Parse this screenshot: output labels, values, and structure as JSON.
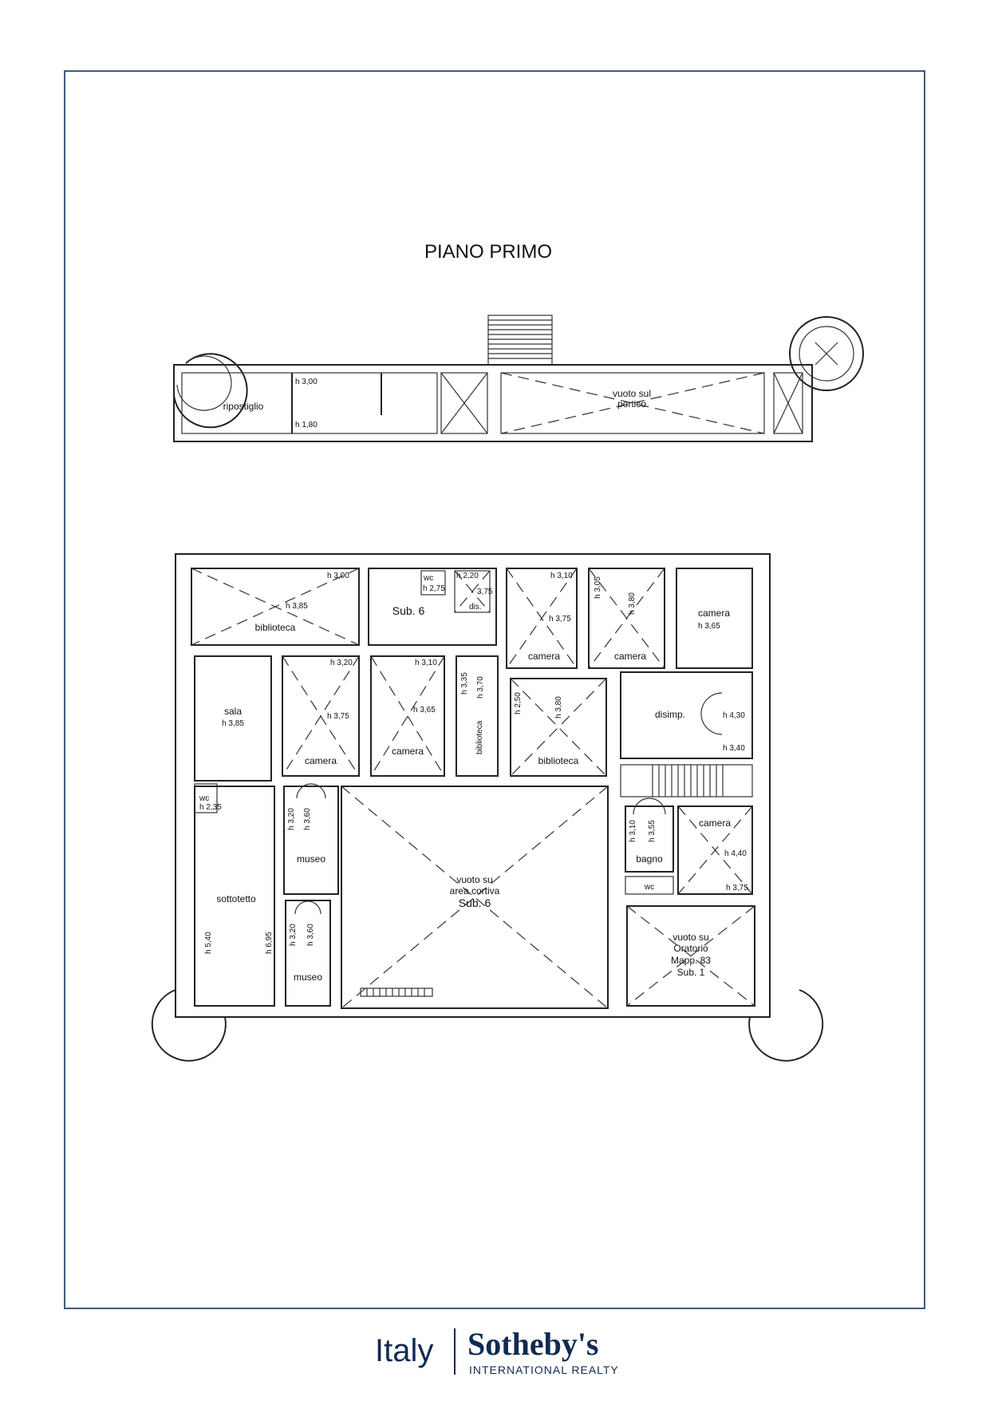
{
  "plan": {
    "title": "PIANO PRIMO",
    "upper": {
      "ripostiglio": "ripostiglio",
      "h300": "h 3,00",
      "h180": "h 1,80",
      "vuoto_portico_1": "vuoto sul",
      "vuoto_portico_2": "portico"
    },
    "main": {
      "biblioteca_top": "biblioteca",
      "h300": "h 3,00",
      "h385": "h 3,85",
      "wc": "wc",
      "h275": "h 2,75",
      "h220": "h 2,20",
      "h375a": "3,75",
      "dis": "dis.",
      "sub6": "Sub. 6",
      "h310": "h 3,10",
      "h375b": "h 3,75",
      "camera_a": "camera",
      "h305": "h 3,05",
      "h380a": "h 3,80",
      "camera_b": "camera",
      "camera_c": "camera",
      "h365a": "h 3,65",
      "sala": "sala",
      "h385b": "h 3,85",
      "h320a": "h 3,20",
      "h375c": "h 3,75",
      "camera_d": "camera",
      "h310b": "h 3,10",
      "h365b": "h 3,65",
      "camera_e": "camera",
      "h335": "h 3,35",
      "h370": "h 3,70",
      "biblioteca_v": "biblioteca",
      "h250": "h 2,50",
      "h380b": "h 3,80",
      "biblioteca_c": "biblioteca",
      "disimp": "disimp.",
      "h430": "h 4,30",
      "h340": "h 3,40",
      "wc_small": "wc",
      "h235": "h 2,35",
      "h320b": "h 3,20",
      "h360a": "h 3,60",
      "museo_a": "museo",
      "sottotetto": "sottotetto",
      "h540": "h 5,40",
      "h695": "h 6,95",
      "vuoto_area_1": "vuoto su",
      "vuoto_area_2": "area cortiva",
      "vuoto_area_3": "Sub. 6",
      "h320c": "h 3,20",
      "h360b": "h 3,60",
      "museo_b": "museo",
      "h310c": "h 3,10",
      "h355": "h 3,55",
      "bagno": "bagno",
      "wc_b": "wc",
      "camera_f": "camera",
      "h440": "h 4,40",
      "h375d": "h 3,75",
      "oratorio_1": "vuoto su",
      "oratorio_2": "Oratorio",
      "oratorio_3": "Mapp. 83",
      "oratorio_4": "Sub. 1"
    }
  },
  "brand": {
    "region": "Italy",
    "name": "Sotheby's",
    "tagline": "INTERNATIONAL REALTY"
  },
  "colors": {
    "frame": "#3e5a80",
    "brand": "#0f2b52"
  }
}
